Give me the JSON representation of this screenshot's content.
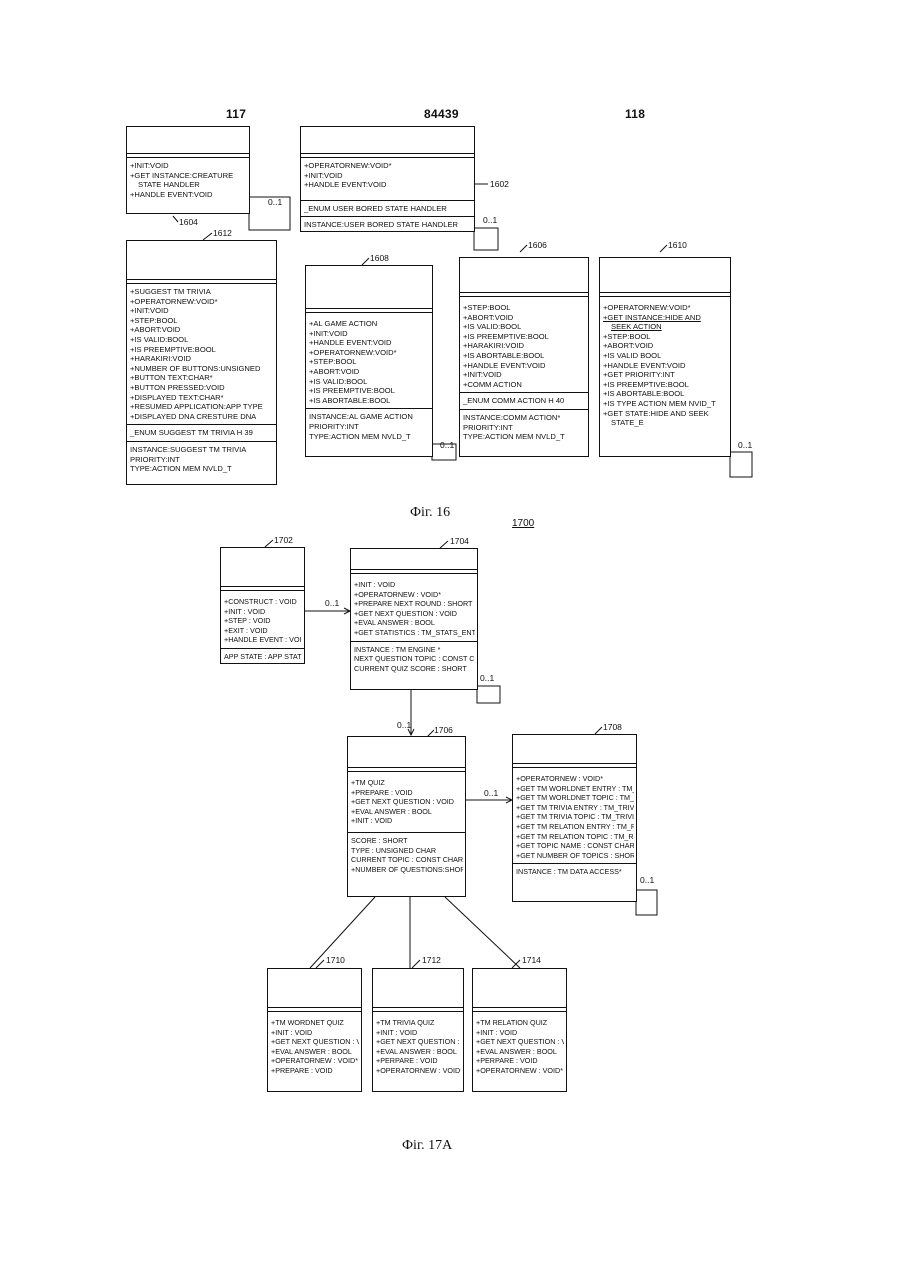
{
  "headers": [
    "117",
    "84439",
    "118"
  ],
  "figure_16": {
    "caption": "Фіг. 16",
    "classes": {
      "c1604": {
        "methods": [
          "+INIT:VOID",
          "+GET INSTANCE:CREATURE",
          "  STATE HANDLER",
          "+HANDLE EVENT:VOID"
        ],
        "ref": "1604",
        "mult": "0..1"
      },
      "c1602": {
        "methods": [
          "+OPERATORNEW:VOID*",
          "+INIT:VOID",
          "+HANDLE EVENT:VOID"
        ],
        "enum": "_ENUM USER BORED STATE HANDLER",
        "attrs": [
          "INSTANCE:USER BORED STATE HANDLER"
        ],
        "ref": "1602",
        "mult": "0..1"
      },
      "c1612": {
        "methods": [
          "+SUGGEST TM TRIVIA",
          "+OPERATORNEW:VOID*",
          "+INIT:VOID",
          "+STEP:BOOL",
          "+ABORT:VOID",
          "+IS VALID:BOOL",
          "+IS PREEMPTIVE:BOOL",
          "+HARAKIRI:VOID",
          "+NUMBER OF BUTTONS:UNSIGNED",
          "+BUTTON TEXT:CHAR*",
          "+BUTTON PRESSED:VOID",
          "+DISPLAYED TEXT:CHAR*",
          "+RESUMED APPLICATION:APP TYPE",
          "+DISPLAYED DNA CRESTURE DNA"
        ],
        "enum": "_ENUM SUGGEST TM TRIVIA H 39",
        "attrs": [
          "INSTANCE:SUGGEST TM TRIVIA",
          "PRIORITY:INT",
          "TYPE:ACTION MEM NVLD_T"
        ],
        "ref": "1612"
      },
      "c1608": {
        "methods": [
          "+AL GAME ACTION",
          "+INIT:VOID",
          "+HANDLE EVENT:VOID",
          "+OPERATORNEW:VOID*",
          "+STEP:BOOL",
          "+ABORT:VOID",
          "+IS VALID:BOOL",
          "+IS PREEMPTIVE:BOOL",
          "+IS ABORTABLE:BOOL"
        ],
        "attrs": [
          "INSTANCE:AL GAME ACTION",
          "PRIORITY:INT",
          "TYPE:ACTION MEM NVLD_T"
        ],
        "ref": "1608",
        "mult": "0..1"
      },
      "c1606": {
        "methods": [
          "+STEP:BOOL",
          "+ABORT:VOID",
          "+IS VALID:BOOL",
          "+IS PREEMPTIVE:BOOL",
          "+HARAKIRI:VOID",
          "+IS ABORTABLE:BOOL",
          "+HANDLE EVENT:VOID",
          "+INIT:VOID",
          "+COMM ACTION"
        ],
        "enum": "_ENUM COMM ACTION H 40",
        "attrs": [
          "INSTANCE:COMM ACTION*",
          "PRIORITY:INT",
          "TYPE:ACTION MEM NVLD_T"
        ],
        "ref": "1606"
      },
      "c1610": {
        "methods": [
          "+OPERATORNEW:VOID*",
          "+GET INSTANCE:HIDE AND",
          "  SEEK ACTION",
          "+STEP:BOOL",
          "+ABORT:VOID",
          "+IS VALID BOOL",
          "+HANDLE EVENT:VOID",
          "+GET PRIORITY:INT",
          "+IS PREEMPTIVE:BOOL",
          "+IS ABORTABLE:BOOL",
          "+IS TYPE ACTION MEM NVID_T",
          "+GET STATE:HIDE AND SEEK",
          "  STATE_E"
        ],
        "ref": "1610",
        "mult": "0..1"
      }
    }
  },
  "figure_17a": {
    "caption": "Фіг. 17А",
    "ref": "1700",
    "classes": {
      "c1702": {
        "methods": [
          "+CONSTRUCT : VOID",
          "+INIT : VOID",
          "+STEP : VOID",
          "+EXIT : VOID",
          "+HANDLE EVENT : VOID"
        ],
        "attrs": [
          "APP STATE : APP STATE_E"
        ],
        "ref": "1702"
      },
      "c1704": {
        "methods": [
          "+INIT : VOID",
          "+OPERATORNEW : VOID*",
          "+PREPARE NEXT ROUND : SHORT",
          "+GET NEXT QUESTION : VOID",
          "+EVAL ANSWER : BOOL",
          "+GET STATISTICS : TM_STATS_ENTRY_"
        ],
        "attrs": [
          "INSTANCE : TM ENGINE *",
          "NEXT QUESTION TOPIC : CONST CHAR",
          "CURRENT QUIZ SCORE : SHORT"
        ],
        "ref": "1704",
        "mult_in": "0..1",
        "mult_self": "0..1"
      },
      "c1706": {
        "methods": [
          "+TM QUIZ",
          "+PREPARE : VOID",
          "+GET NEXT QUESTION : VOID",
          "+EVAL ANSWER : BOOL",
          "+INIT : VOID"
        ],
        "attrs": [
          "SCORE : SHORT",
          "TYPE : UNSIGNED CHAR",
          "CURRENT TOPIC : CONST CHAR*",
          "+NUMBER OF QUESTIONS:SHORT"
        ],
        "ref": "1706",
        "mult_in": "0..1"
      },
      "c1708": {
        "methods": [
          "+OPERATORNEW : VOID*",
          "+GET TM WORLDNET ENTRY : TM_WOR",
          "+GET TM WORLDNET TOPIC : TM_WORD",
          "+GET TM TRIVIA ENTRY : TM_TRIVIA_E",
          "+GET TM TRIVIA TOPIC : TM_TRIVIA_T",
          "+GET TM RELATION ENTRY : TM_RELATI",
          "+GET TM RELATION TOPIC : TM_RELAT",
          "+GET TOPIC NAME : CONST CHAR*",
          "+GET NUMBER OF TOPICS : SHORT"
        ],
        "attrs": [
          "INSTANCE : TM DATA ACCESS*"
        ],
        "ref": "1708",
        "mult_in": "0..1",
        "mult_self": "0..1"
      },
      "c1710": {
        "methods": [
          "+TM WORDNET QUIZ",
          "+INIT : VOID",
          "+GET NEXT QUESTION : VOID*",
          "+EVAL ANSWER : BOOL",
          "+OPERATORNEW : VOID*",
          "+PREPARE : VOID"
        ],
        "ref": "1710"
      },
      "c1712": {
        "methods": [
          "+TM TRIVIA QUIZ",
          "+INIT : VOID",
          "+GET NEXT QUESTION : VOID*",
          "+EVAL ANSWER : BOOL",
          "+PERPARE : VOID",
          "+OPERATORNEW : VOID*"
        ],
        "ref": "1712"
      },
      "c1714": {
        "methods": [
          "+TM RELATION QUIZ",
          "+INIT : VOID",
          "+GET NEXT QUESTION : VOID*",
          "+EVAL ANSWER : BOOL",
          "+PERPARE : VOID",
          "+OPERATORNEW : VOID*"
        ],
        "ref": "1714"
      }
    }
  }
}
